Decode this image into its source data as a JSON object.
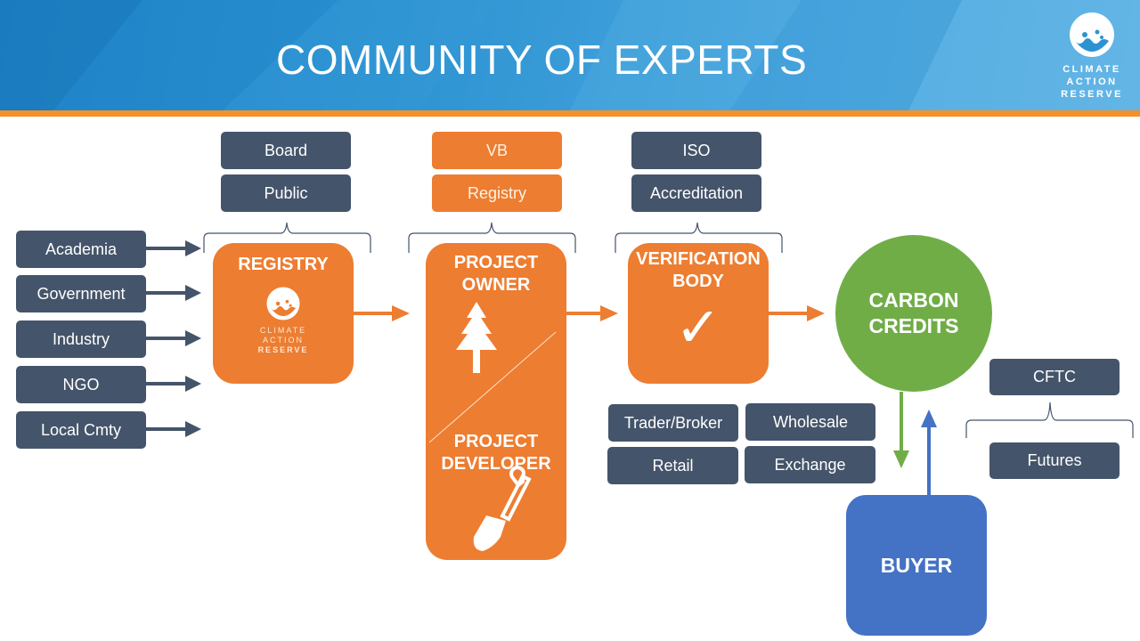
{
  "header": {
    "title": "COMMUNITY OF EXPERTS",
    "logo_lines": [
      "CLIMATE",
      "ACTION",
      "RESERVE"
    ],
    "colors": {
      "header_blue": "#2c93d2",
      "accent_orange": "#f3922b"
    }
  },
  "stakeholders": [
    "Academia",
    "Government",
    "Industry",
    "NGO",
    "Local Cmty"
  ],
  "registry_group": {
    "oversight": [
      "Board",
      "Public"
    ],
    "title": "REGISTRY",
    "logo_lines": [
      "CLIMATE",
      "ACTION",
      "RESERVE"
    ]
  },
  "project_group": {
    "oversight": [
      "VB",
      "Registry"
    ],
    "owner_lines": [
      "PROJECT",
      "OWNER"
    ],
    "developer_lines": [
      "PROJECT",
      "DEVELOPER"
    ],
    "owner_icon": "tree-icon",
    "developer_icon": "shovel-icon"
  },
  "verification_group": {
    "oversight": [
      "ISO",
      "Accreditation"
    ],
    "title_lines": [
      "VERIFICATION",
      "BODY"
    ],
    "check": "✓"
  },
  "carbon_credits": {
    "lines": [
      "CARBON",
      "CREDITS"
    ]
  },
  "markets": [
    "Trader/Broker",
    "Wholesale",
    "Retail",
    "Exchange"
  ],
  "regulation": {
    "top": "CFTC",
    "bottom": "Futures"
  },
  "buyer": {
    "label": "BUYER"
  },
  "colors": {
    "slate": "#44546a",
    "orange": "#ed7d31",
    "green": "#70ad47",
    "blue": "#4472c4"
  }
}
